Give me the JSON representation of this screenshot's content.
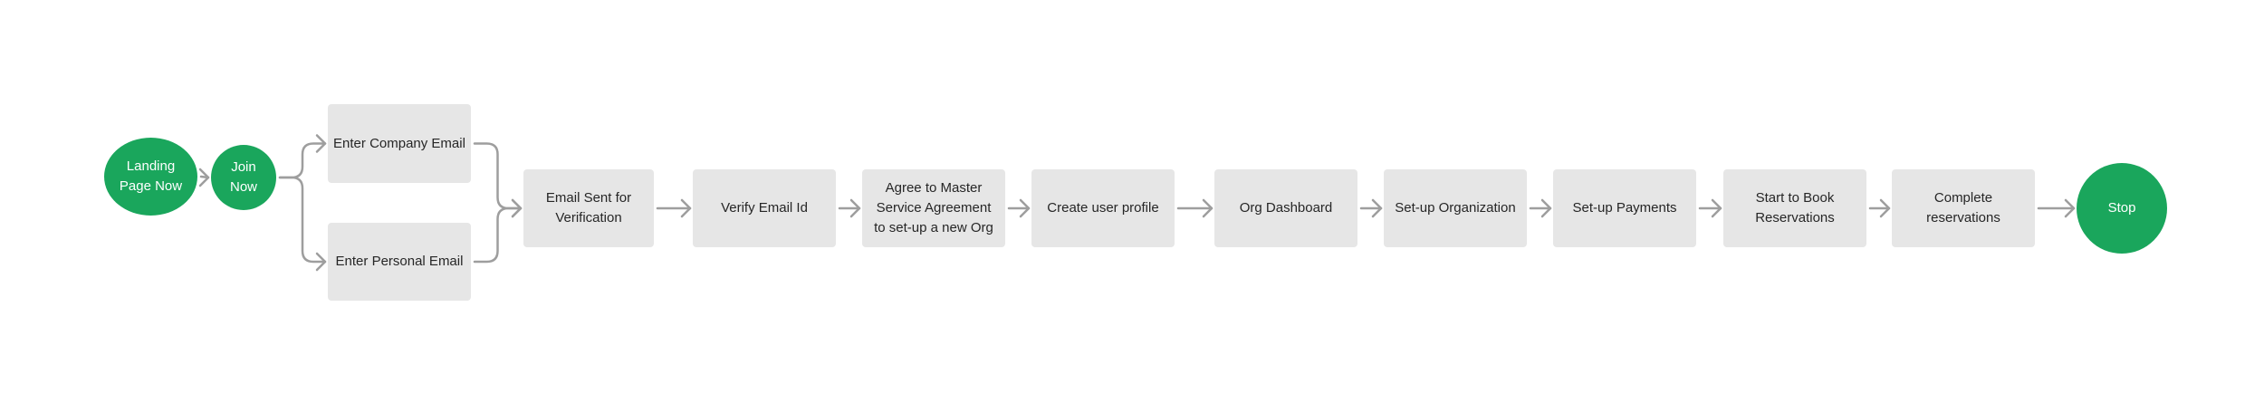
{
  "flow": {
    "nodes": [
      {
        "id": "landing",
        "label": "Landing\nPage Now",
        "kind": "terminal"
      },
      {
        "id": "join",
        "label": "Join\nNow",
        "kind": "terminal"
      },
      {
        "id": "company_email",
        "label": "Enter Company Email",
        "kind": "step"
      },
      {
        "id": "personal_email",
        "label": "Enter Personal Email",
        "kind": "step"
      },
      {
        "id": "email_sent",
        "label": "Email Sent for\nVerification",
        "kind": "step"
      },
      {
        "id": "verify",
        "label": "Verify Email Id",
        "kind": "step"
      },
      {
        "id": "agree",
        "label": "Agree to Master\nService Agreement\nto set-up a new Org",
        "kind": "step"
      },
      {
        "id": "profile",
        "label": "Create user profile",
        "kind": "step"
      },
      {
        "id": "dashboard",
        "label": "Org Dashboard",
        "kind": "step"
      },
      {
        "id": "setup_org",
        "label": "Set-up Organization",
        "kind": "step"
      },
      {
        "id": "payments",
        "label": "Set-up Payments",
        "kind": "step"
      },
      {
        "id": "start_book",
        "label": "Start to Book\nReservations",
        "kind": "step"
      },
      {
        "id": "complete",
        "label": "Complete\nreservations",
        "kind": "step"
      },
      {
        "id": "stop",
        "label": "Stop",
        "kind": "terminal"
      }
    ],
    "edges": [
      [
        "landing",
        "join"
      ],
      [
        "join",
        "company_email"
      ],
      [
        "join",
        "personal_email"
      ],
      [
        "company_email",
        "email_sent"
      ],
      [
        "personal_email",
        "email_sent"
      ],
      [
        "email_sent",
        "verify"
      ],
      [
        "verify",
        "agree"
      ],
      [
        "agree",
        "profile"
      ],
      [
        "profile",
        "dashboard"
      ],
      [
        "dashboard",
        "setup_org"
      ],
      [
        "setup_org",
        "payments"
      ],
      [
        "payments",
        "start_book"
      ],
      [
        "start_book",
        "complete"
      ],
      [
        "complete",
        "stop"
      ]
    ],
    "colors": {
      "terminal_fill": "#1aa65c",
      "terminal_text": "#ffffff",
      "step_fill": "#e6e6e6",
      "step_text": "#262626",
      "connector": "#9e9e9e"
    }
  }
}
